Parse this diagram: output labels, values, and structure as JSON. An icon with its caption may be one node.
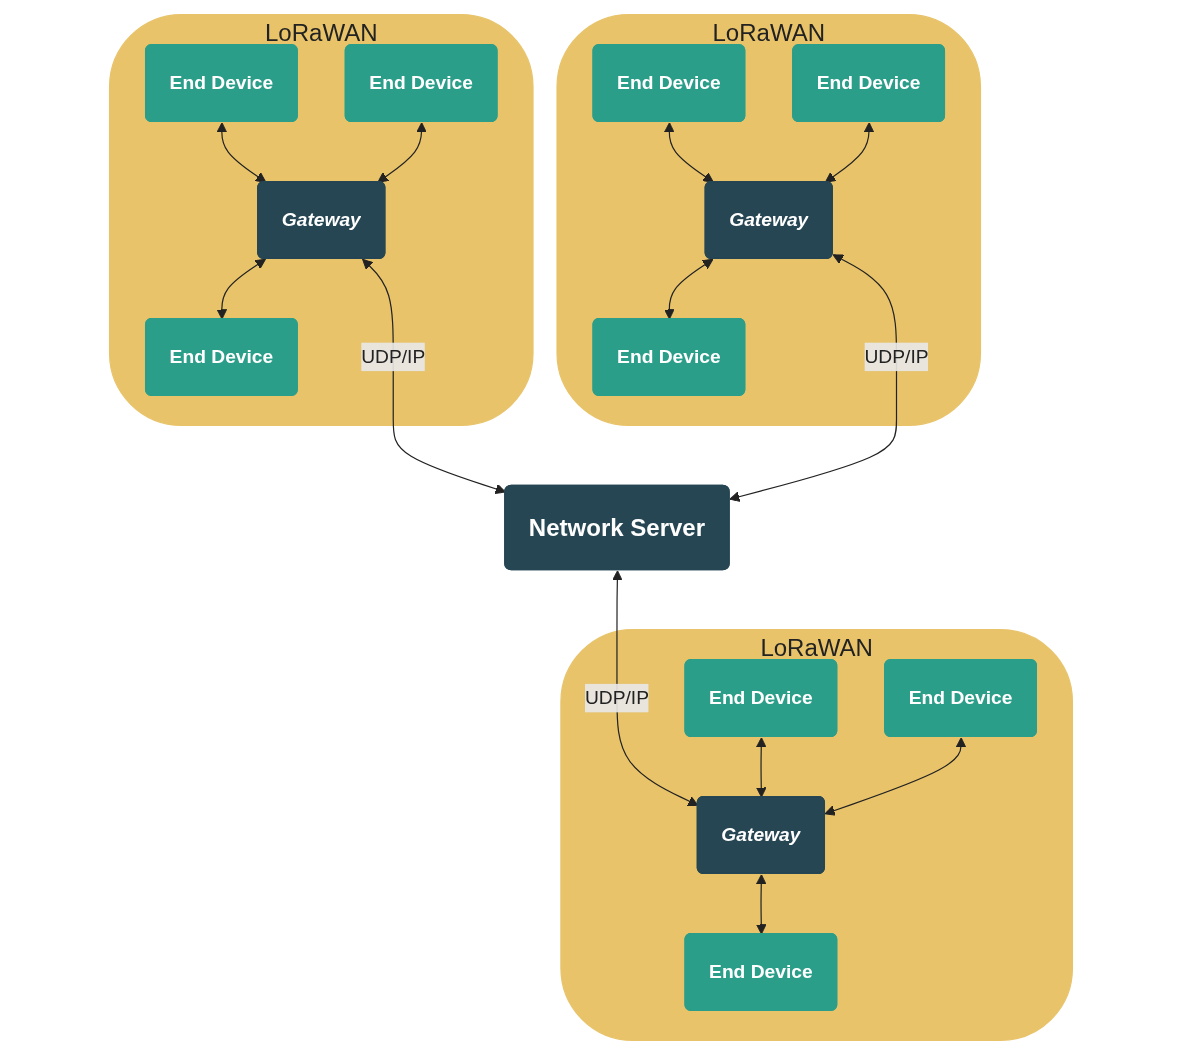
{
  "diagram": {
    "nodes": [
      {
        "text": [
          "LoRaWAN"
        ]
      },
      {
        "text": [
          "End Device"
        ],
        "in": 0
      },
      {
        "text": [
          "End Device"
        ],
        "in": 0
      },
      {
        "text": [
          "Gateway"
        ],
        "in": 0
      },
      {
        "text": [
          "End Device"
        ],
        "in": 0
      },
      {
        "text": [
          "LoRaWAN"
        ]
      },
      {
        "text": [
          "End Device"
        ],
        "in": 5
      },
      {
        "text": [
          "End Device"
        ],
        "in": 5
      },
      {
        "text": [
          "Gateway"
        ],
        "in": 5
      },
      {
        "text": [
          "End Device"
        ],
        "in": 5
      },
      {
        "text": [
          "Network Server"
        ]
      },
      {
        "text": [
          "LoRaWAN"
        ]
      },
      {
        "text": [
          "End Device"
        ],
        "in": 11
      },
      {
        "text": [
          "End Device"
        ],
        "in": 11
      },
      {
        "text": [
          "Gateway"
        ],
        "in": 11
      },
      {
        "text": [
          "End Device"
        ],
        "in": 11
      }
    ],
    "edges": [
      {
        "from": 1,
        "to": 3,
        "arrow": "both"
      },
      {
        "from": 2,
        "to": 3,
        "arrow": "both"
      },
      {
        "from": 3,
        "to": 4,
        "arrow": "both"
      },
      {
        "from": 3,
        "to": 10,
        "arrow": "both",
        "label": "UDP/IP"
      },
      {
        "from": 6,
        "to": 8,
        "arrow": "both"
      },
      {
        "from": 7,
        "to": 8,
        "arrow": "both"
      },
      {
        "from": 8,
        "to": 9,
        "arrow": "both"
      },
      {
        "from": 8,
        "to": 10,
        "arrow": "both",
        "label": "UDP/IP"
      },
      {
        "from": 10,
        "to": 14,
        "arrow": "both",
        "label": "UDP/IP"
      },
      {
        "from": 12,
        "to": 14,
        "arrow": "both"
      },
      {
        "from": 13,
        "to": 14,
        "arrow": "both"
      },
      {
        "from": 14,
        "to": 15,
        "arrow": "both"
      }
    ]
  }
}
